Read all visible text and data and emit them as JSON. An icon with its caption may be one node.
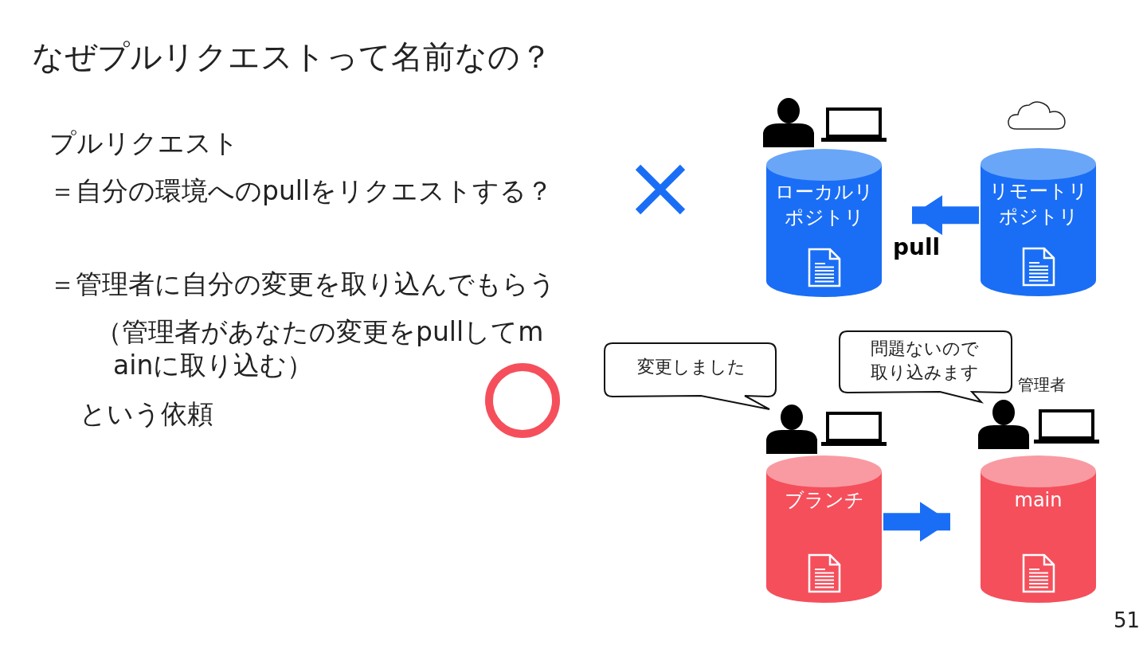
{
  "diagram": {
    "title": "なぜプルリクエストって名前なの？",
    "nodes": [
      {
        "text": [
          "ローカルリポジトリ"
        ]
      },
      {
        "text": [
          "リモートリポジトリ"
        ]
      },
      {
        "text": [
          "ブランチ"
        ]
      },
      {
        "text": [
          "main"
        ]
      },
      {
        "text": [
          "変更しました"
        ]
      },
      {
        "text": [
          "問題ないので取り込みます"
        ]
      }
    ],
    "edges": [
      {
        "from": 1,
        "to": 0,
        "arrow": "to",
        "label": "pull"
      },
      {
        "from": 2,
        "to": 3,
        "arrow": "to"
      }
    ],
    "labels": [
      "プルリクエスト",
      "＝自分の環境へのpullをリクエストする？",
      "＝管理者に自分の変更を取り込んでもらう",
      "（管理者があなたの変更をpullしてmainに取り込む）",
      "という依頼",
      "管理者",
      "51"
    ]
  }
}
